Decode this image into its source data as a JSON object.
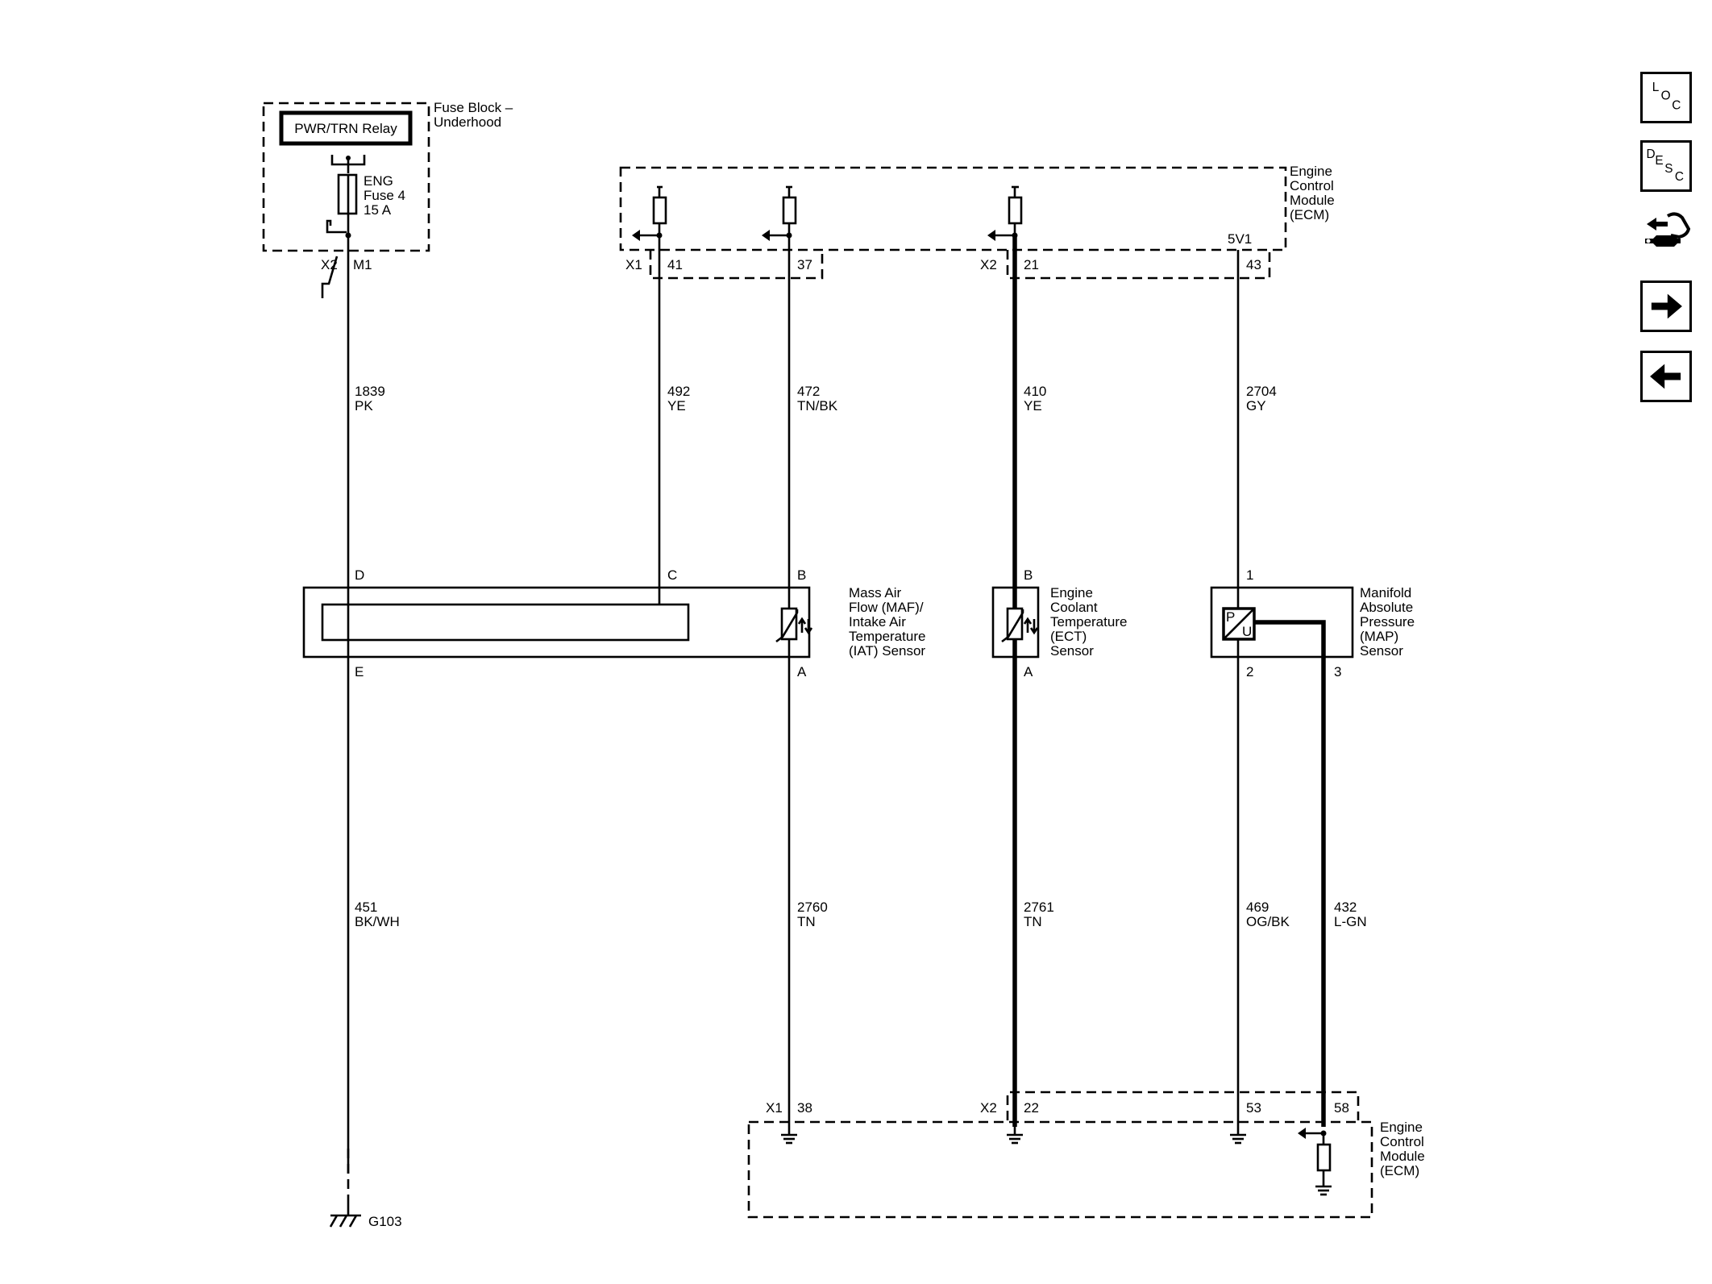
{
  "fuse_block": {
    "label": [
      "Fuse Block –",
      "Underhood"
    ],
    "relay": "PWR/TRN Relay",
    "fuse": [
      "ENG",
      "Fuse 4",
      "15 A"
    ],
    "connector": "X2",
    "pin": "M1"
  },
  "ecm_top": {
    "label": [
      "Engine",
      "Control",
      "Module",
      "(ECM)"
    ],
    "connector_x1": "X1",
    "connector_x2": "X2",
    "pins": [
      "41",
      "37",
      "21",
      "43"
    ],
    "ref_label": "5V1"
  },
  "wires_top": [
    {
      "circuit": "1839",
      "color": "PK"
    },
    {
      "circuit": "492",
      "color": "YE"
    },
    {
      "circuit": "472",
      "color": "TN/BK"
    },
    {
      "circuit": "410",
      "color": "YE"
    },
    {
      "circuit": "2704",
      "color": "GY"
    }
  ],
  "maf_sensor": {
    "label": [
      "Mass Air",
      "Flow (MAF)/",
      "Intake Air",
      "Temperature",
      "(IAT) Sensor"
    ],
    "pins_top": [
      "D",
      "C",
      "B"
    ],
    "pins_bottom": [
      "E",
      "A"
    ]
  },
  "ect_sensor": {
    "label": [
      "Engine",
      "Coolant",
      "Temperature",
      "(ECT)",
      "Sensor"
    ],
    "pin_top": "B",
    "pin_bottom": "A"
  },
  "map_sensor": {
    "label": [
      "Manifold",
      "Absolute",
      "Pressure",
      "(MAP)",
      "Sensor"
    ],
    "pin_top": "1",
    "pins_bottom": [
      "2",
      "3"
    ],
    "symbol_p": "P",
    "symbol_u": "U"
  },
  "wires_bottom": [
    {
      "circuit": "451",
      "color": "BK/WH"
    },
    {
      "circuit": "2760",
      "color": "TN"
    },
    {
      "circuit": "2761",
      "color": "TN"
    },
    {
      "circuit": "469",
      "color": "OG/BK"
    },
    {
      "circuit": "432",
      "color": "L-GN"
    }
  ],
  "ecm_bottom": {
    "label": [
      "Engine",
      "Control",
      "Module",
      "(ECM)"
    ],
    "connector_x1": "X1",
    "connector_x2": "X2",
    "pins": [
      "38",
      "22",
      "53",
      "58"
    ]
  },
  "ground": {
    "label": "G103"
  },
  "side_nav": {
    "loc": [
      "L",
      "O",
      "C"
    ],
    "desc": [
      "D",
      "E",
      "S",
      "C"
    ],
    "icons": [
      "connector-tool-icon",
      "next-arrow-icon",
      "previous-arrow-icon"
    ]
  }
}
